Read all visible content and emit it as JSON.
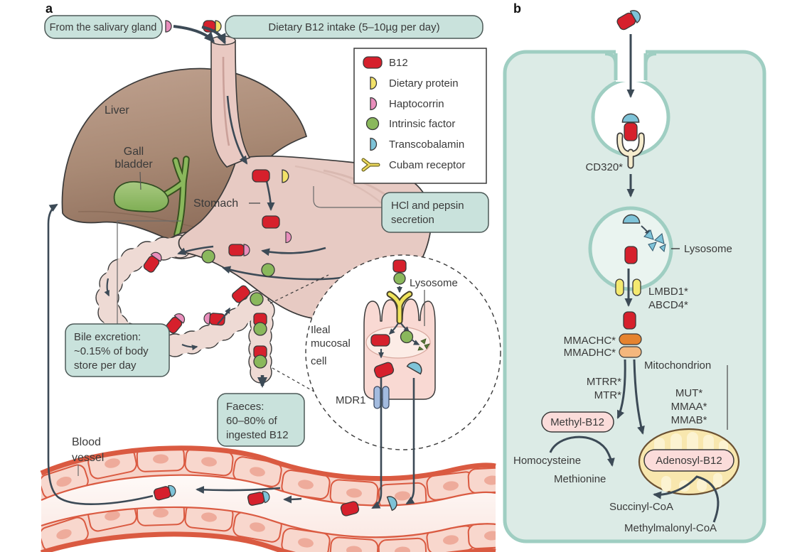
{
  "colors": {
    "teal_box": "#c9e2dc",
    "cell_fill": "#dcebe6",
    "cell_border": "#9fcec2",
    "b12_red": "#d6202c",
    "protein_yellow": "#f2e269",
    "haptocorrin_pink": "#e98ebc",
    "intrinsic_green": "#8ab85c",
    "transcobalamin_blue": "#7ec3d8",
    "arrow": "#3c4a56"
  },
  "panel_a": {
    "tag": "a",
    "salivary_box": "From the salivary gland",
    "dietary_box": "Dietary B12 intake  (5–10µg per day)",
    "legend": {
      "items": [
        {
          "name": "b12",
          "label": "B12"
        },
        {
          "name": "dietary-protein",
          "label": "Dietary protein"
        },
        {
          "name": "haptocorrin",
          "label": "Haptocorrin"
        },
        {
          "name": "intrinsic-factor",
          "label": "Intrinsic factor"
        },
        {
          "name": "transcobalamin",
          "label": "Transcobalamin"
        },
        {
          "name": "cubam-receptor",
          "label": "Cubam receptor"
        }
      ]
    },
    "liver": "Liver",
    "gall_1": "Gall",
    "gall_2": "bladder",
    "stomach": "Stomach",
    "hcl_1": "HCl and pepsin",
    "hcl_2": "secretion",
    "bile_1": "Bile excretion:",
    "bile_2": "~0.15% of body",
    "bile_3": "store per day",
    "faeces_1": "Faeces:",
    "faeces_2": "60–80% of",
    "faeces_3": "ingested B12",
    "ileal_1": "Ileal",
    "ileal_2": "mucosal",
    "ileal_3": "cell",
    "lysosome": "Lysosome",
    "mdr1": "MDR1",
    "blood_1": "Blood",
    "blood_2": "vessel"
  },
  "panel_b": {
    "tag": "b",
    "cd320": "CD320*",
    "lysosome": "Lysosome",
    "lmbd1": "LMBD1*",
    "abcd4": "ABCD4*",
    "mmachc": "MMACHC*",
    "mmadhc": "MMADHC*",
    "mitochondrion": "Mitochondrion",
    "mtrr": "MTRR*",
    "mtr": "MTR*",
    "mut": "MUT*",
    "mmaa": "MMAA*",
    "mmab": "MMAB*",
    "methyl_b12": "Methyl-B12",
    "homocysteine": "Homocysteine",
    "methionine": "Methionine",
    "adenosyl_b12": "Adenosyl-B12",
    "succinyl_coa": "Succinyl-CoA",
    "methylmalonyl_coa": "Methylmalonyl-CoA"
  }
}
